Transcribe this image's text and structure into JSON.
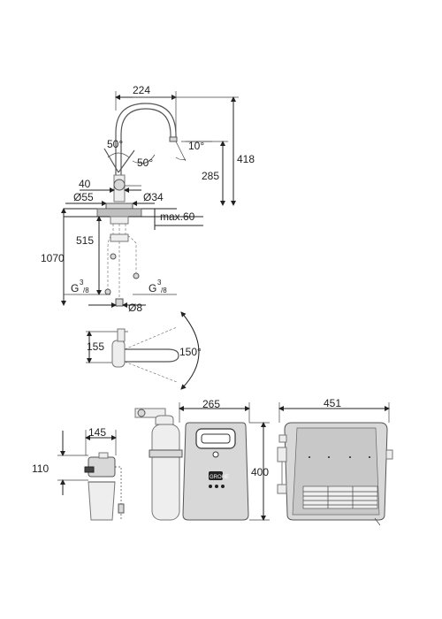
{
  "faucet_view": {
    "width_224": "224",
    "height_418": "418",
    "height_285": "285",
    "angle_50_top": "50°",
    "angle_50_right": "50°",
    "angle_10": "10°",
    "dim_40": "40",
    "dim_d55": "Ø55",
    "dim_d34": "Ø34",
    "max_60": "max.60",
    "dim_515": "515",
    "dim_1070": "1070",
    "g_left": "G",
    "g_right": "G",
    "g_sup": "3",
    "g_sub": "/8",
    "dim_d8": "Ø8"
  },
  "top_view": {
    "dim_155": "155",
    "angle_150": "150°"
  },
  "filter_view": {
    "dim_145": "145",
    "dim_110": "110"
  },
  "chiller_side": {
    "dim_265": "265",
    "dim_400": "400",
    "badge": "GROHE"
  },
  "chiller_front": {
    "dim_451": "451"
  }
}
